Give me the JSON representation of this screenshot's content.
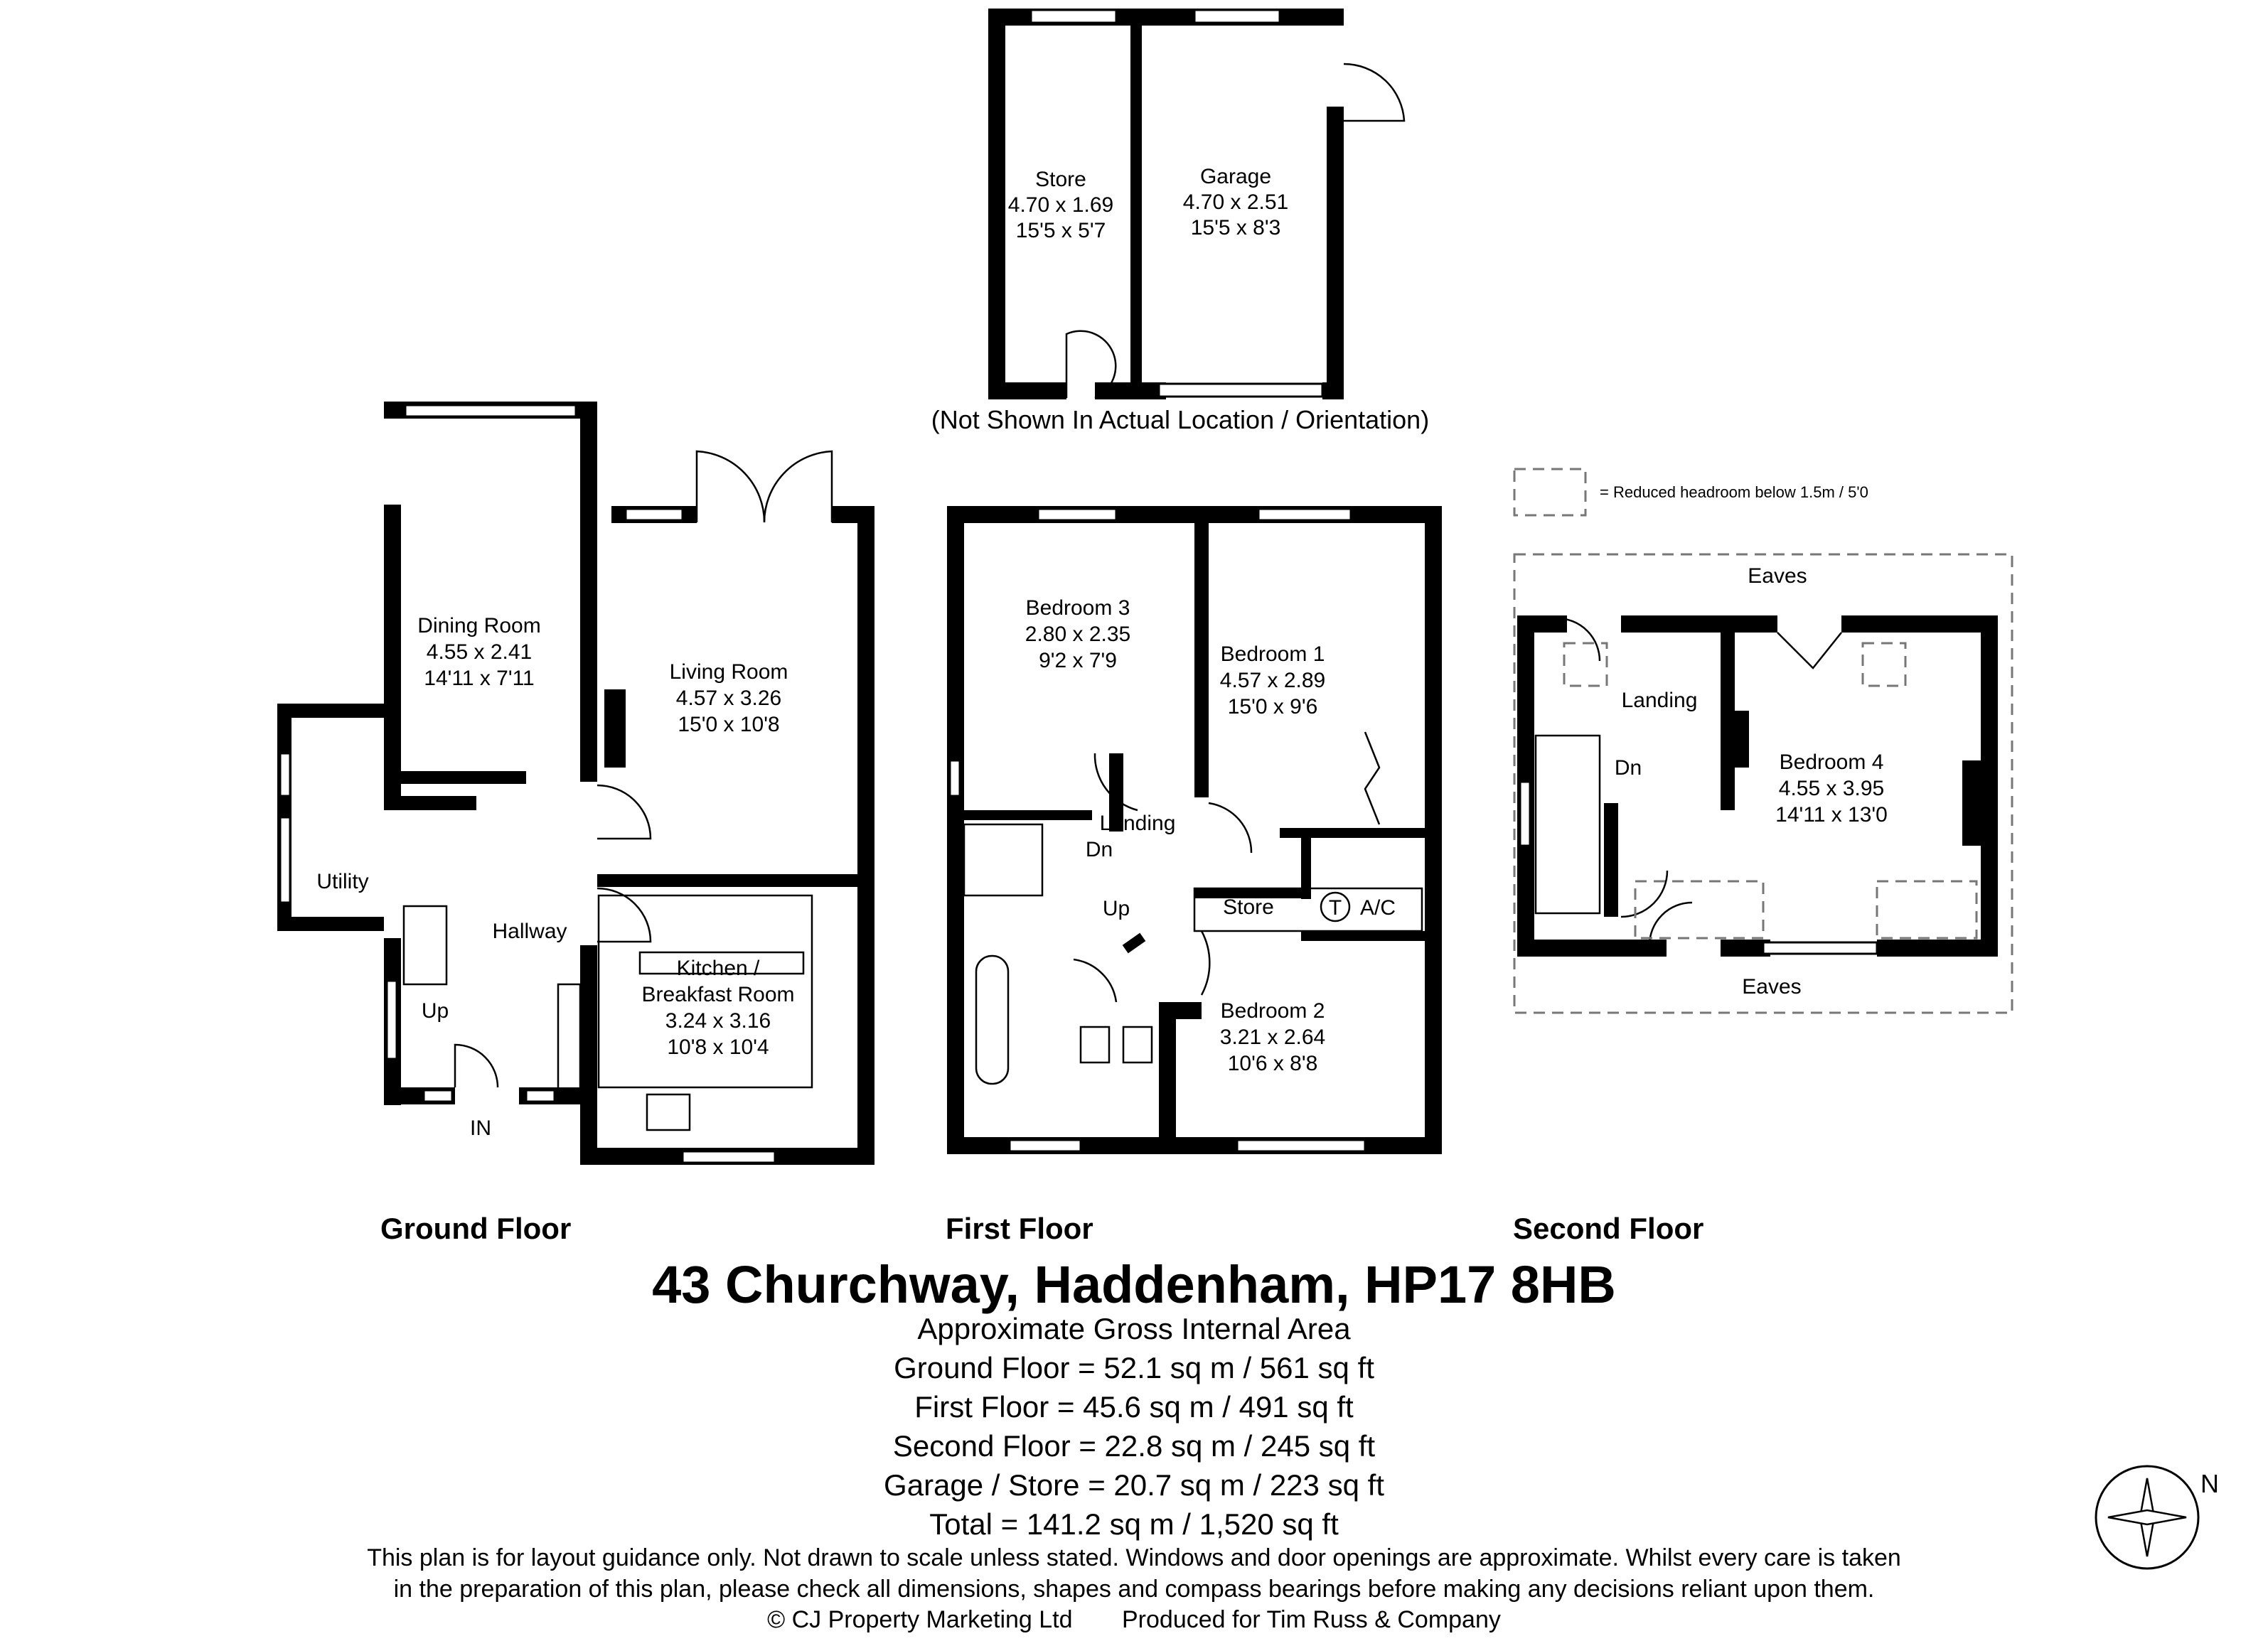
{
  "title": "43 Churchway, Haddenham, HP17 8HB",
  "area_heading": "Approximate Gross Internal Area",
  "areas": [
    "Ground Floor = 52.1 sq m / 561 sq ft",
    "First Floor = 45.6 sq m / 491 sq ft",
    "Second Floor = 22.8 sq m / 245 sq ft",
    "Garage / Store = 20.7 sq m / 223 sq ft",
    "Total = 141.2 sq m / 1,520 sq ft"
  ],
  "disclaimer": [
    "This plan is for layout guidance only. Not drawn to scale unless stated. Windows and door openings are approximate. Whilst every care is taken",
    "in the preparation of this plan, please check all dimensions, shapes and compass bearings before making any decisions reliant upon them."
  ],
  "copyright": "© CJ Property Marketing Ltd",
  "produced_for": "Produced for Tim Russ & Company",
  "floors": {
    "ground": "Ground Floor",
    "first": "First Floor",
    "second": "Second Floor"
  },
  "outbuilding_note": "(Not Shown In Actual Location / Orientation)",
  "legend": "= Reduced headroom below 1.5m / 5'0",
  "compass": "N",
  "labels": {
    "in": "IN",
    "up": "Up",
    "dn": "Dn",
    "eaves": "Eaves",
    "thermostat": "T",
    "ac": "A/C"
  },
  "rooms": {
    "store_out": {
      "name": "Store",
      "metric": "4.70 x 1.69",
      "imperial": "15'5 x 5'7"
    },
    "garage": {
      "name": "Garage",
      "metric": "4.70 x 2.51",
      "imperial": "15'5 x 8'3"
    },
    "dining": {
      "name": "Dining Room",
      "metric": "4.55 x 2.41",
      "imperial": "14'11 x 7'11"
    },
    "living": {
      "name": "Living Room",
      "metric": "4.57 x 3.26",
      "imperial": "15'0 x 10'8"
    },
    "utility": {
      "name": "Utility"
    },
    "hallway": {
      "name": "Hallway"
    },
    "kitchen": {
      "name": "Kitchen /",
      "name2": "Breakfast Room",
      "metric": "3.24 x 3.16",
      "imperial": "10'8 x 10'4"
    },
    "bed3": {
      "name": "Bedroom 3",
      "metric": "2.80 x 2.35",
      "imperial": "9'2 x 7'9"
    },
    "bed1": {
      "name": "Bedroom 1",
      "metric": "4.57 x 2.89",
      "imperial": "15'0 x 9'6"
    },
    "landing1": {
      "name": "Landing"
    },
    "store1": {
      "name": "Store"
    },
    "bed2": {
      "name": "Bedroom 2",
      "metric": "3.21 x 2.64",
      "imperial": "10'6 x 8'8"
    },
    "landing2": {
      "name": "Landing"
    },
    "bed4": {
      "name": "Bedroom 4",
      "metric": "4.55 x 3.95",
      "imperial": "14'11 x 13'0"
    }
  }
}
